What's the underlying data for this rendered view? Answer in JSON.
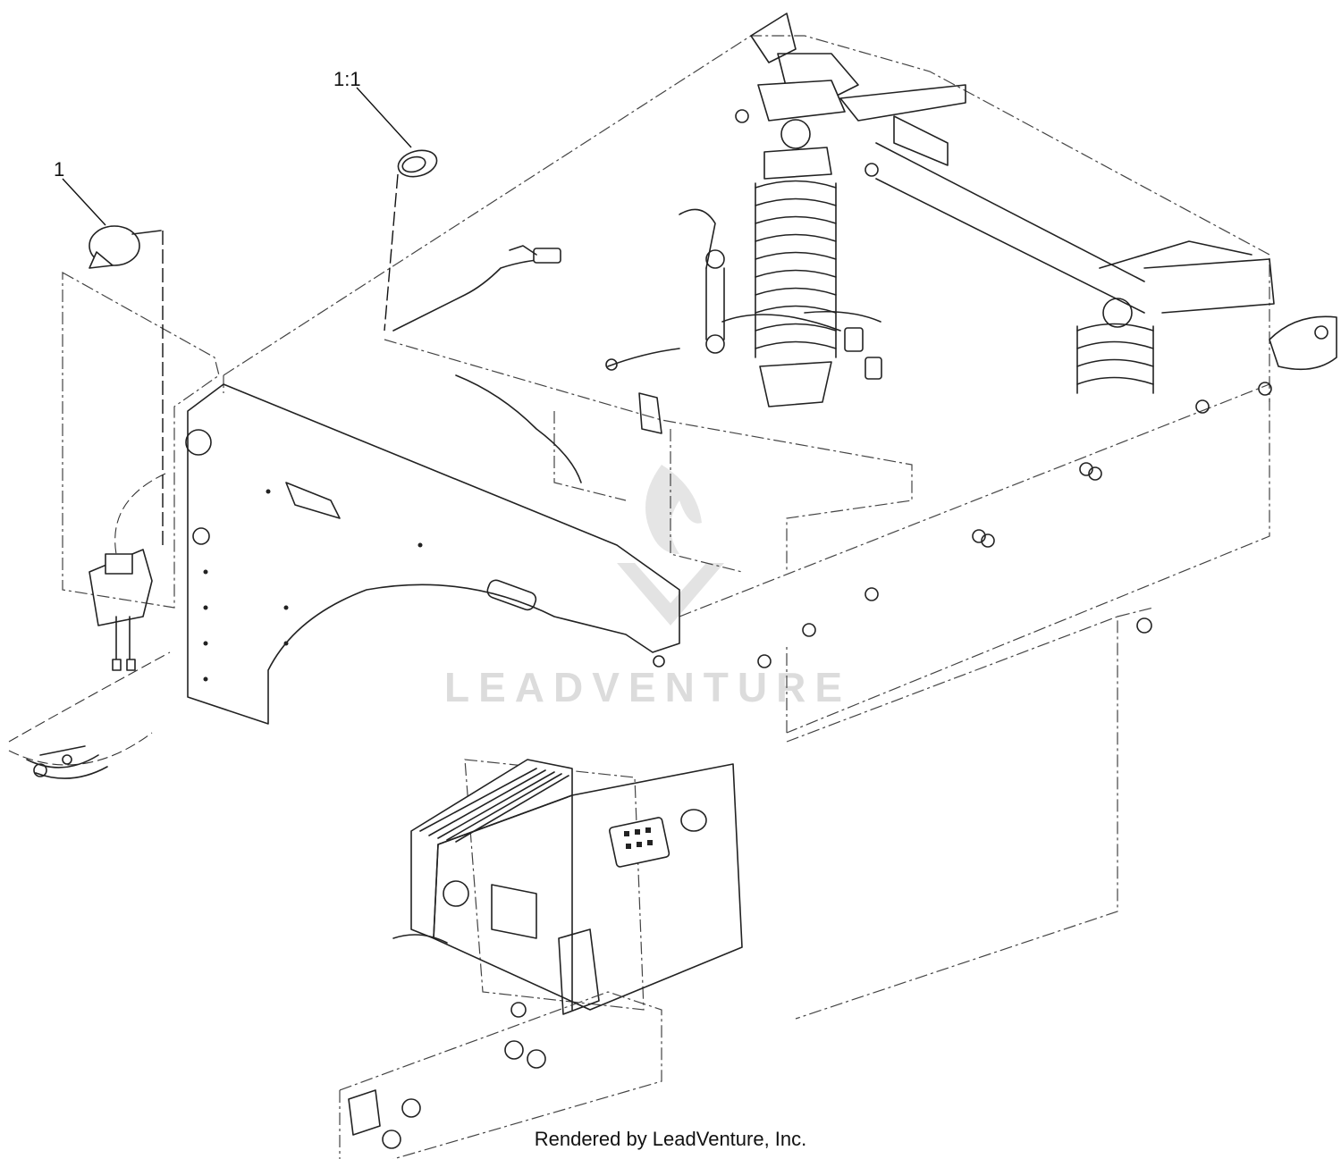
{
  "diagram": {
    "callouts": [
      {
        "id": "callout-1",
        "label": "1"
      },
      {
        "id": "callout-1-1",
        "label": "1:1"
      }
    ],
    "watermark": "LEADVENTURE",
    "footer": "Rendered by LeadVenture, Inc."
  }
}
